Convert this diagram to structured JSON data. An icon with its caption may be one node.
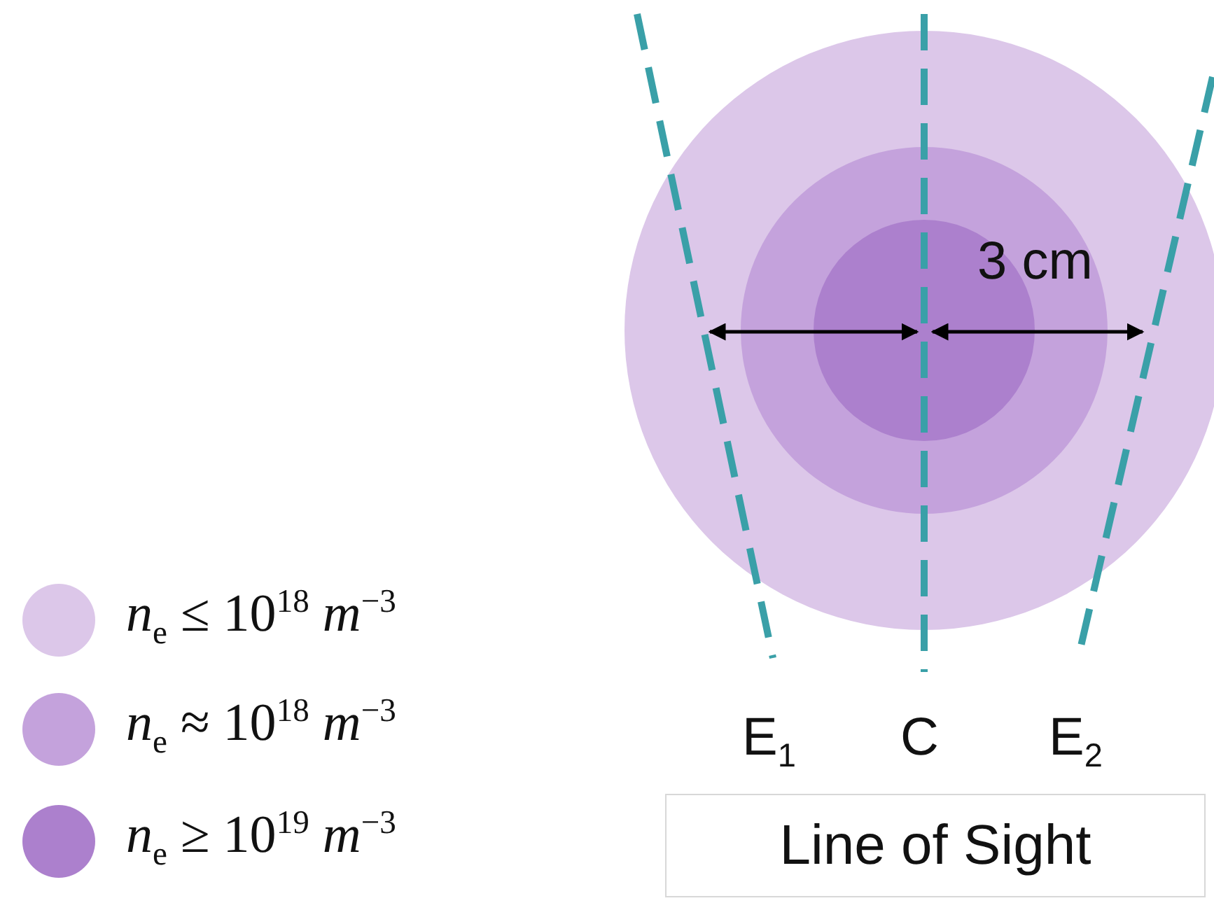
{
  "diagram": {
    "nodes": [
      {
        "text": [
          "Line of Sight"
        ]
      }
    ],
    "labels": [
      "3 cm",
      "E$_{1}$",
      "C",
      "E$_{2}$"
    ],
    "legend": [
      {
        "text": "*n*$_{e}$ ≤ 10$^{18}$ *m*$^{−3}$",
        "color": "#dcc7e9"
      },
      {
        "text": "*n*$_{e}$ ≈ 10$^{18}$ *m*$^{−3}$",
        "color": "#c4a2dc"
      },
      {
        "text": "*n*$_{e}$ ≥ 10$^{19}$ *m*$^{−3}$",
        "color": "#ac80cd"
      }
    ]
  }
}
